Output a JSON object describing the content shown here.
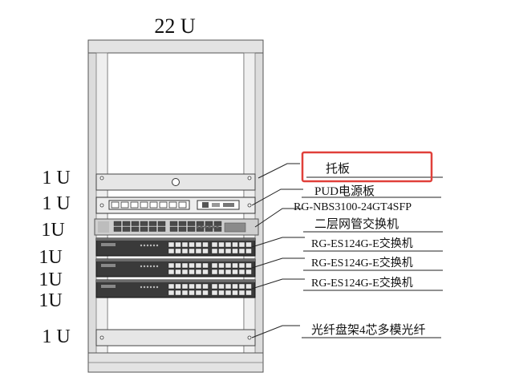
{
  "rack": {
    "title": "22 U",
    "unit_labels": [
      "1 U",
      "1 U",
      "1U",
      "1U",
      "1U",
      "1U",
      "1 U"
    ]
  },
  "callouts": [
    {
      "label": "托板",
      "highlighted": true
    },
    {
      "label": "PUD电源板"
    },
    {
      "label": "RG-NBS3100-24GT4SFP"
    },
    {
      "label": "二层网管交换机"
    },
    {
      "label": "RG-ES124G-E交换机"
    },
    {
      "label": "RG-ES124G-E交换机"
    },
    {
      "label": "RG-ES124G-E交换机"
    },
    {
      "label": "光纤盘架4芯多模光纤"
    }
  ],
  "colors": {
    "rack_frame": "#d9d9d9",
    "device_dark": "#3a3a3a",
    "device_silver": "#cfcfcf",
    "highlight_box": "#e0403a"
  }
}
